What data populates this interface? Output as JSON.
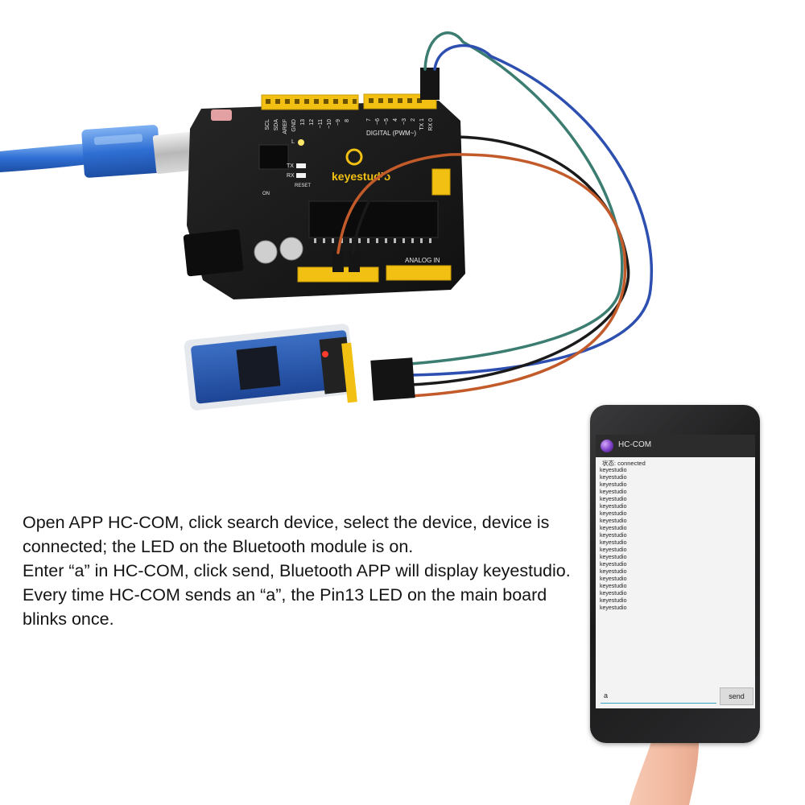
{
  "instructions": {
    "paragraphs": [
      "Open APP HC-COM, click search device, select the device, device is connected; the LED on the Bluetooth module is on.",
      "Enter “a” in HC-COM, click send, Bluetooth APP will display keyestudio.",
      "Every time HC-COM sends an “a”, the Pin13 LED on the main board blinks once."
    ]
  },
  "board": {
    "brand": "keyestudio",
    "digital_header_label": "DIGITAL (PWM~)",
    "analog_header_label": "ANALOG IN",
    "pin_labels": [
      "SCL",
      "SDA",
      "AREF",
      "GND",
      "13",
      "12",
      "~11",
      "~10",
      "~9",
      "8",
      "7",
      "~6",
      "~5",
      "4",
      "~3",
      "2",
      "TX 1",
      "RX 0"
    ],
    "led_labels": [
      "L",
      "TX",
      "RX"
    ],
    "reset_label": "RESET",
    "power_led_label": "ON"
  },
  "phone": {
    "app_title": "HC-COM",
    "status_text": "状态: connected",
    "received_lines": [
      "keyestudio",
      "keyestudio",
      "keyestudio",
      "keyestudio",
      "keyestudio",
      "keyestudio",
      "keyestudio",
      "keyestudio",
      "keyestudio",
      "keyestudio",
      "keyestudio",
      "keyestudio",
      "keyestudio",
      "keyestudio",
      "keyestudio",
      "keyestudio",
      "keyestudio",
      "keyestudio",
      "keyestudio",
      "keyestudio"
    ],
    "input_value": "a",
    "send_label": "send"
  },
  "colors": {
    "board": "#171717",
    "header": "#f1c012",
    "usb_cable": "#2f6fd4",
    "wire_teal": "#3b7d70",
    "wire_blue": "#2d4fb0",
    "wire_black": "#1a1a1a",
    "wire_orange": "#c25a2a"
  }
}
